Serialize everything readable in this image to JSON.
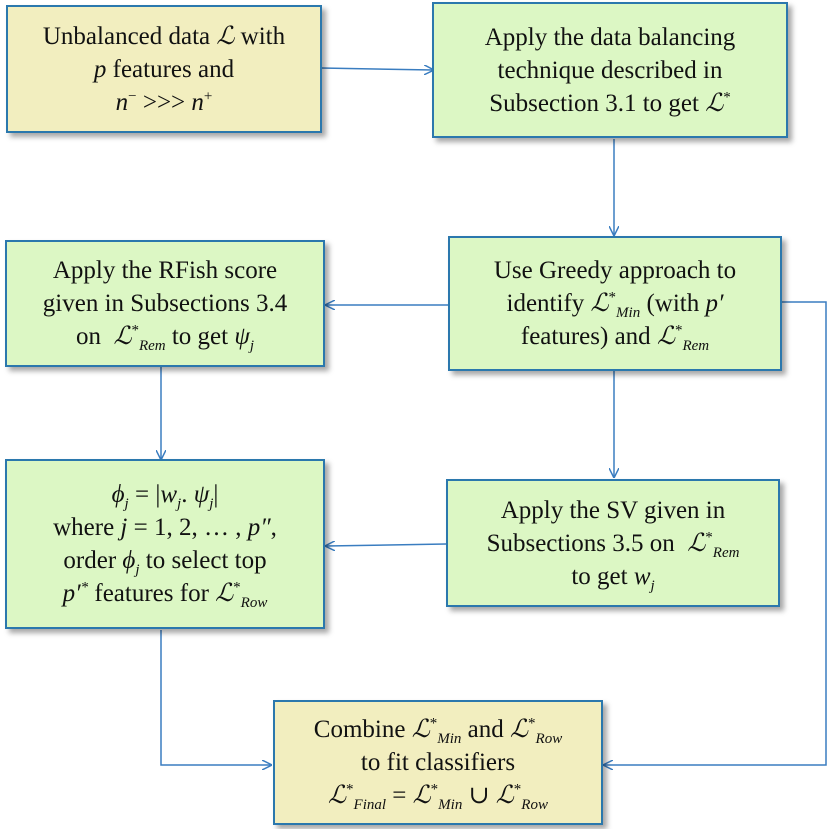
{
  "colors": {
    "border": "#2b78ad",
    "arrow": "#3a7dc0",
    "yellow_fill": "#f2eebf",
    "green_fill": "#dcf7c4"
  },
  "boxes": {
    "unbalanced": {
      "line1": "Unbalanced data",
      "line2": "features and",
      "line3": ">>>"
    },
    "balance": {
      "line1": "Apply the data balancing",
      "line2": "technique described in",
      "line3": "Subsection 3.1 to get"
    },
    "greedy": {
      "line1": "Use Greedy approach to",
      "line2a": "identify",
      "line2b": "(with",
      "line3a": "features) and"
    },
    "rfish": {
      "line1": "Apply the RFish score",
      "line2": "given in Subsections 3.4",
      "line3a": "on",
      "line3b": "to get"
    },
    "sv": {
      "line1": "Apply the SV given in",
      "line2a": "Subsections 3.5 on",
      "line3a": "to get"
    },
    "phi": {
      "line2a": "where",
      "line3a": "order",
      "line3b": "to select top",
      "line4a": "features for"
    },
    "combine": {
      "line1a": "Combine",
      "line1b": "and",
      "line2": "to fit classifiers"
    }
  }
}
